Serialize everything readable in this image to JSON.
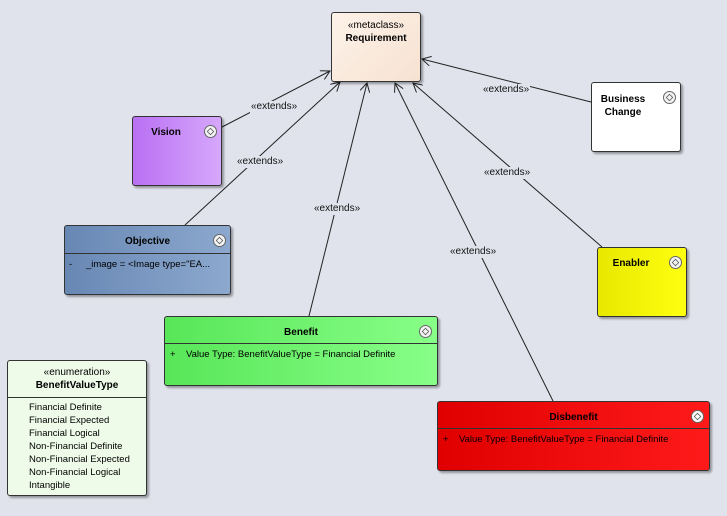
{
  "connector_label": "«extends»",
  "nodes": {
    "requirement": {
      "stereotype": "«metaclass»",
      "name": "Requirement"
    },
    "business_change": {
      "name_line1": "Business",
      "name_line2": "Change"
    },
    "vision": {
      "name": "Vision"
    },
    "objective": {
      "name": "Objective",
      "attr_vis": "-",
      "attr": "_image = <Image type=\"EA..."
    },
    "enabler": {
      "name": "Enabler"
    },
    "benefit": {
      "name": "Benefit",
      "attr_vis": "+",
      "attr": "Value Type: BenefitValueType = Financial Definite"
    },
    "disbenefit": {
      "name": "Disbenefit",
      "attr_vis": "+",
      "attr": "Value Type: BenefitValueType = Financial Definite"
    },
    "enumeration": {
      "stereotype": "«enumeration»",
      "name": "BenefitValueType",
      "literals": [
        "Financial Definite",
        "Financial Expected",
        "Financial Logical",
        "Non-Financial Definite",
        "Non-Financial Expected",
        "Non-Financial Logical",
        "Intangible"
      ]
    }
  },
  "colors": {
    "background": "#e0e3ec",
    "requirement": "#fdf2e8",
    "vision": "#bb7ef5",
    "objective": "#6f8db8",
    "enabler": "#eeee00",
    "benefit": "#5de85d",
    "disbenefit": "#e60000",
    "enumeration": "#eefbe9"
  }
}
